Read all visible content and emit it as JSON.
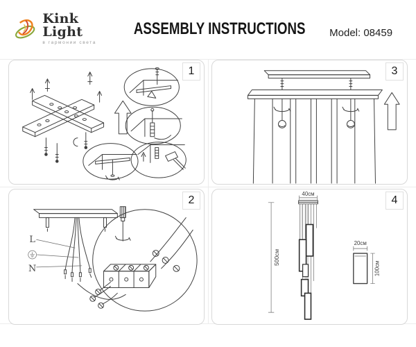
{
  "header": {
    "brand": "Kink Light",
    "tagline": "в гармонии света",
    "title": "ASSEMBLY INSTRUCTIONS",
    "model": "Model: 08459"
  },
  "panels": {
    "step1": {
      "number": "1"
    },
    "step2": {
      "number": "2",
      "labels": {
        "live": "L",
        "neutral": "N"
      }
    },
    "step3": {
      "number": "3"
    },
    "step4": {
      "number": "4",
      "dimensions": {
        "total_width": "40см",
        "total_height": "500см",
        "tube_width": "20см",
        "tube_height": "100см"
      }
    }
  },
  "icons": {
    "logo": "kink-light-swirl",
    "up_arrow": "hollow-up-arrow",
    "ground": "earth-ground-symbol",
    "tools": [
      "screwdriver",
      "hammer",
      "drill-anchor"
    ]
  },
  "colors": {
    "line_art": "#3f3f3f",
    "panel_border": "#d8d8d8",
    "logo_green": "#8aa83c",
    "logo_orange": "#ef8220",
    "logo_red": "#d24a2e"
  }
}
